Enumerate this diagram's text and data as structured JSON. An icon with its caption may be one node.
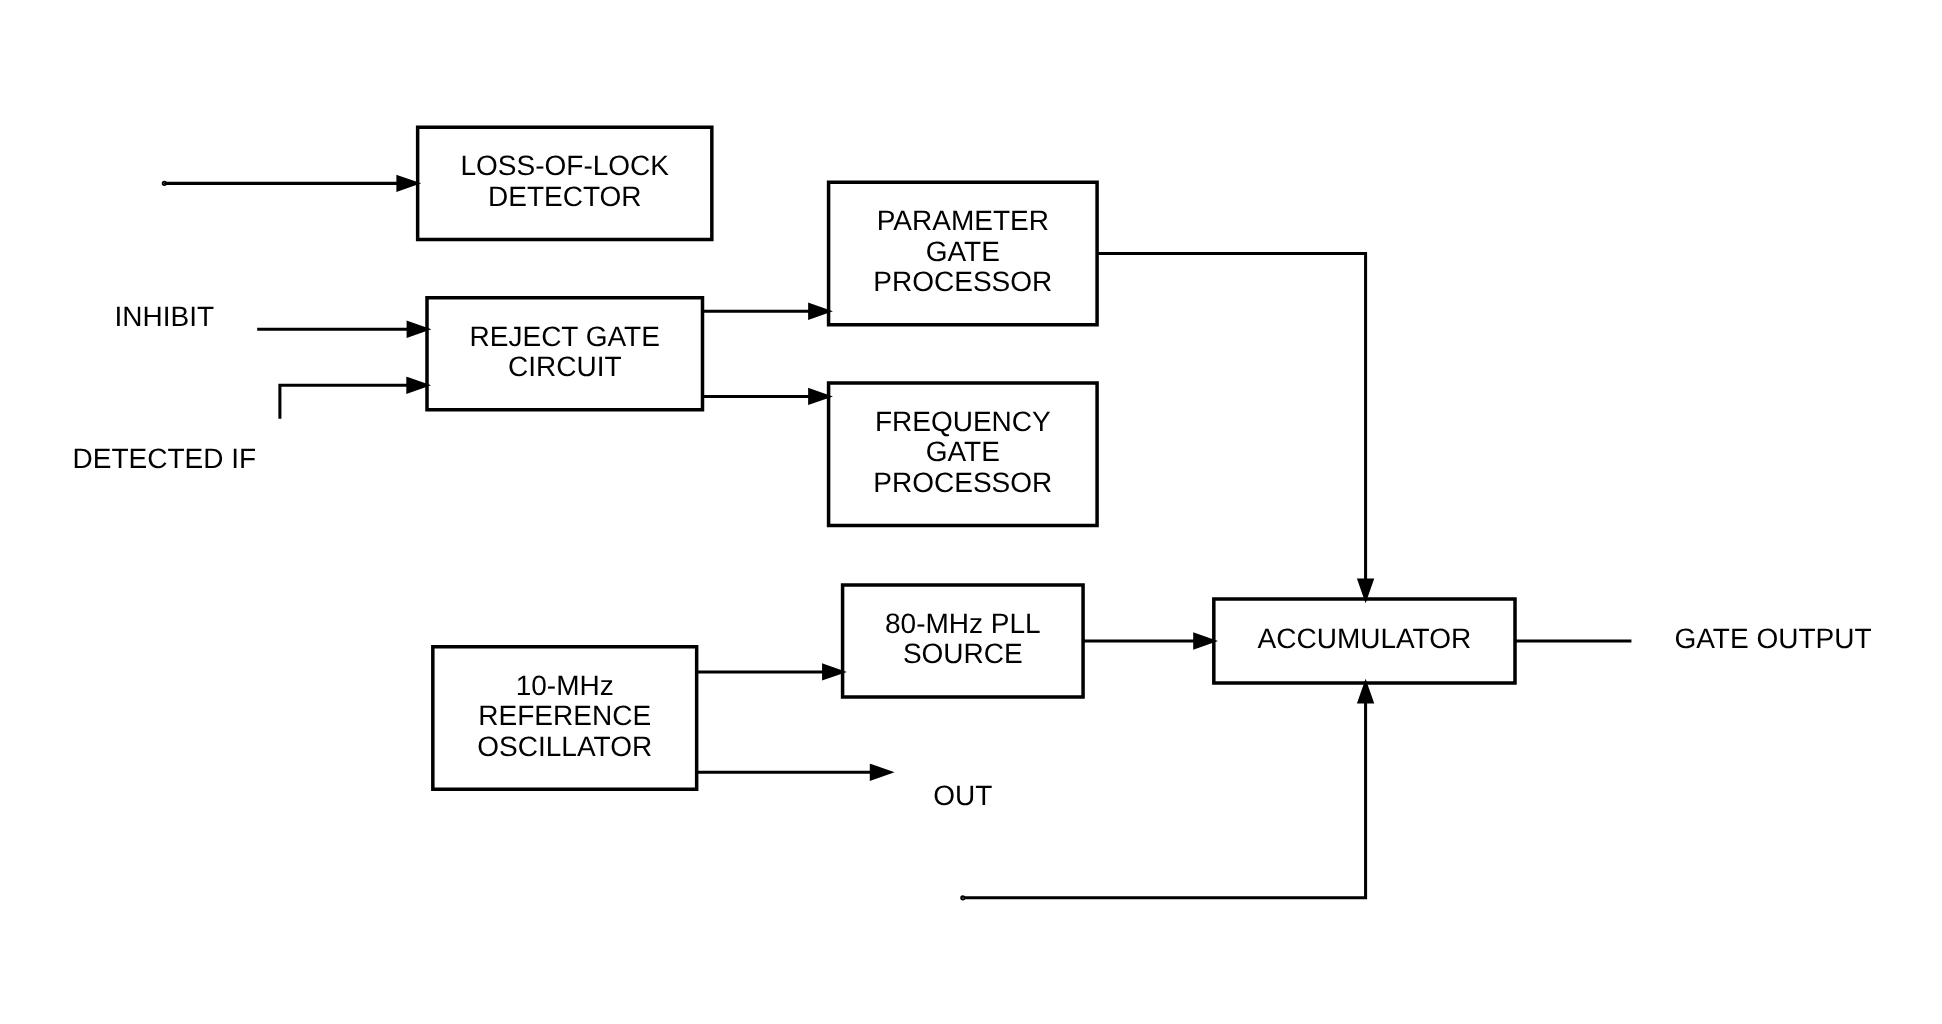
{
  "diagram": {
    "nodes": [
      {
        "text": [
          "INHIBIT"
        ]
      },
      {
        "text": [
          "DETECTED IF"
        ]
      },
      {
        "text": [
          "REJECT GATE CIRCUIT"
        ]
      },
      {
        "text": [
          "PARAMETER GATE PROCESSOR"
        ]
      },
      {
        "text": [
          "FREQUENCY GATE PROCESSOR"
        ]
      },
      {
        "text": [
          "ACCUMULATOR"
        ]
      },
      {
        "text": [
          "GATE OUTPUT"
        ]
      },
      {
        "text": [
          "LOSS-OF-LOCK DETECTOR"
        ]
      },
      {
        "text": [
          "10-MHz REFERENCE OSCILLATOR"
        ]
      },
      {
        "text": [
          "80-MHz PLL SOURCE"
        ]
      },
      {
        "text": [
          "OUT"
        ]
      }
    ],
    "edges": [
      {
        "from": 0,
        "to": 2,
        "arrow": "to"
      },
      {
        "from": 1,
        "to": 2,
        "arrow": "to"
      },
      {
        "from": 2,
        "to": 3,
        "arrow": "to"
      },
      {
        "from": 2,
        "to": 4,
        "arrow": "to"
      },
      {
        "from": 3,
        "to": 5,
        "arrow": "to"
      },
      {
        "from": null,
        "to": 5,
        "arrow": "to"
      },
      {
        "from": null,
        "to": 7,
        "arrow": "to"
      },
      {
        "from": 9,
        "to": 5,
        "arrow": "to"
      },
      {
        "from": 5,
        "to": 6,
        "arrow": "none"
      },
      {
        "from": 8,
        "to": 9,
        "arrow": "to"
      },
      {
        "from": 8,
        "to": 10,
        "arrow": "to"
      }
    ]
  }
}
